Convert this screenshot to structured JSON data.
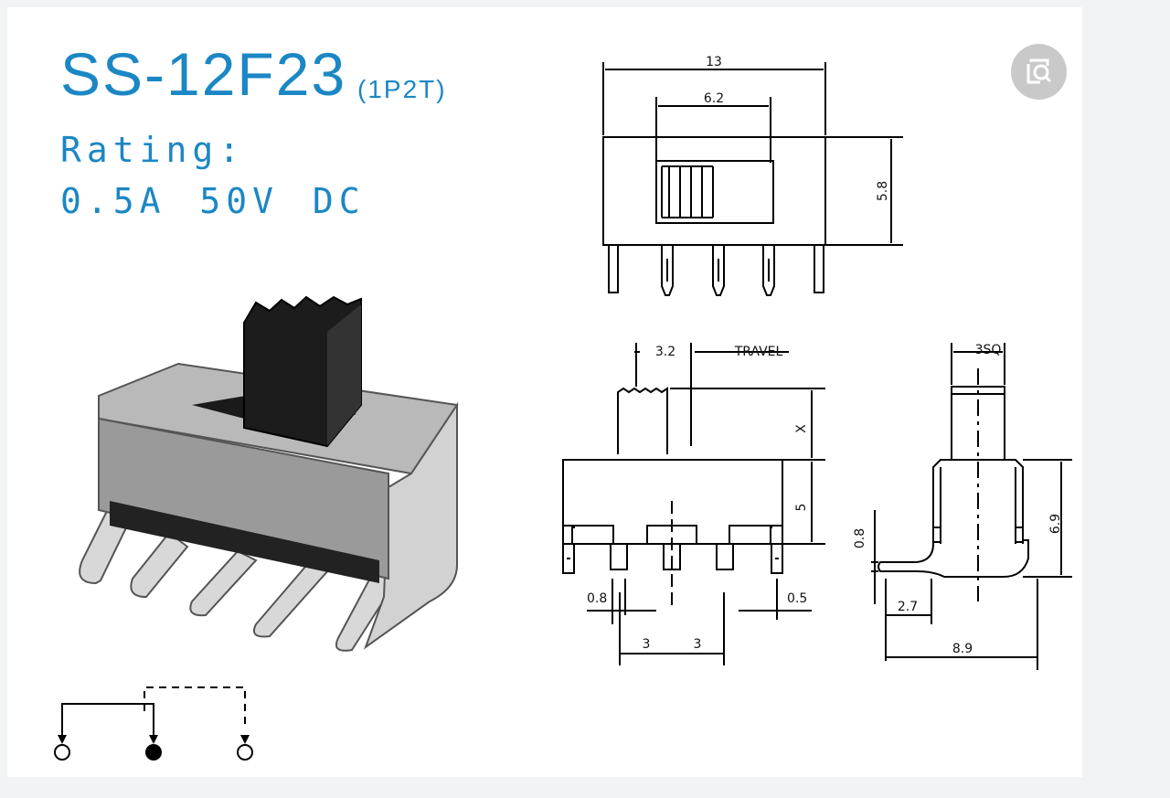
{
  "header": {
    "model": "SS-12F23",
    "type": "(1P2T)",
    "rating_label": "Rating:",
    "rating_value": "0.5A  50V  DC"
  },
  "top_view": {
    "dim_width": "13",
    "dim_knob_window": "6.2",
    "dim_height": "5.8"
  },
  "front_view": {
    "dim_travel_value": "3.2",
    "dim_travel_label": "TRAVEL",
    "dim_x": "X",
    "dim_body": "5",
    "dim_pin_width": "0.8",
    "dim_pin_thickness": "0.5",
    "dim_pitch_left": "3",
    "dim_pitch_right": "3"
  },
  "side_view": {
    "dim_knob": "3SQ",
    "dim_height": "6.9",
    "dim_pin": "0.8",
    "dim_bend": "2.7",
    "dim_depth": "8.9"
  },
  "schematic": {
    "terminals": [
      "open",
      "common",
      "open"
    ]
  },
  "colors": {
    "accent": "#1b87c4",
    "zoom_button": "#c9c9c9"
  },
  "icons": {
    "zoom": "image-search-icon"
  }
}
